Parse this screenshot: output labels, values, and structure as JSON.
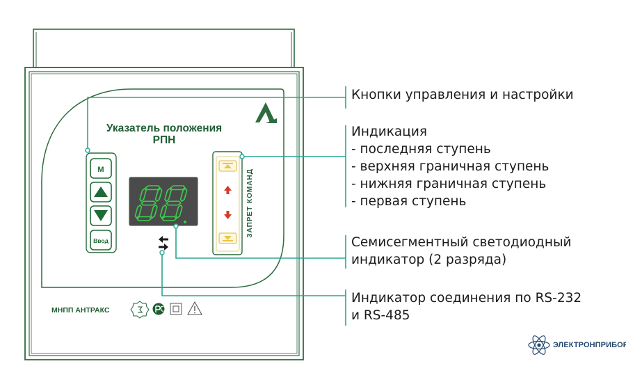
{
  "device": {
    "title_line1": "Указатель положения",
    "title_line2": "РПН",
    "buttons": {
      "mode_label": "М",
      "enter_label": "Ввод"
    },
    "status_column_label": "ЗАПРЕТ КОМАНД",
    "display_value": "88",
    "manufacturer": "МНПП АНТРАКС"
  },
  "callouts": {
    "controls": "Кнопки управления и настройки",
    "indication": {
      "heading": "Индикация",
      "items": [
        "- последняя ступень",
        "- верхняя граничная ступень",
        "- нижняя граничная ступень",
        "- первая ступень"
      ]
    },
    "display": {
      "line1": "Семисегментный светодиодный",
      "line2": "индикатор (2 разряда)"
    },
    "connection": {
      "line1": "Индикатор соединения по RS-232",
      "line2": "и RS-485"
    }
  },
  "logo": {
    "name": "ЭЛЕКТРОНПРИБОР"
  },
  "colors": {
    "panel_stroke": "#2f6b3e",
    "button_green": "#1f6b35",
    "display_bg": "#4a4a4a",
    "segment_green": "#3dcc4f",
    "leader_teal": "#2aa594",
    "arrow_up_red": "#d83a2a",
    "arrow_limit_yellow": "#e9c54a",
    "logo_blue": "#24476e"
  }
}
